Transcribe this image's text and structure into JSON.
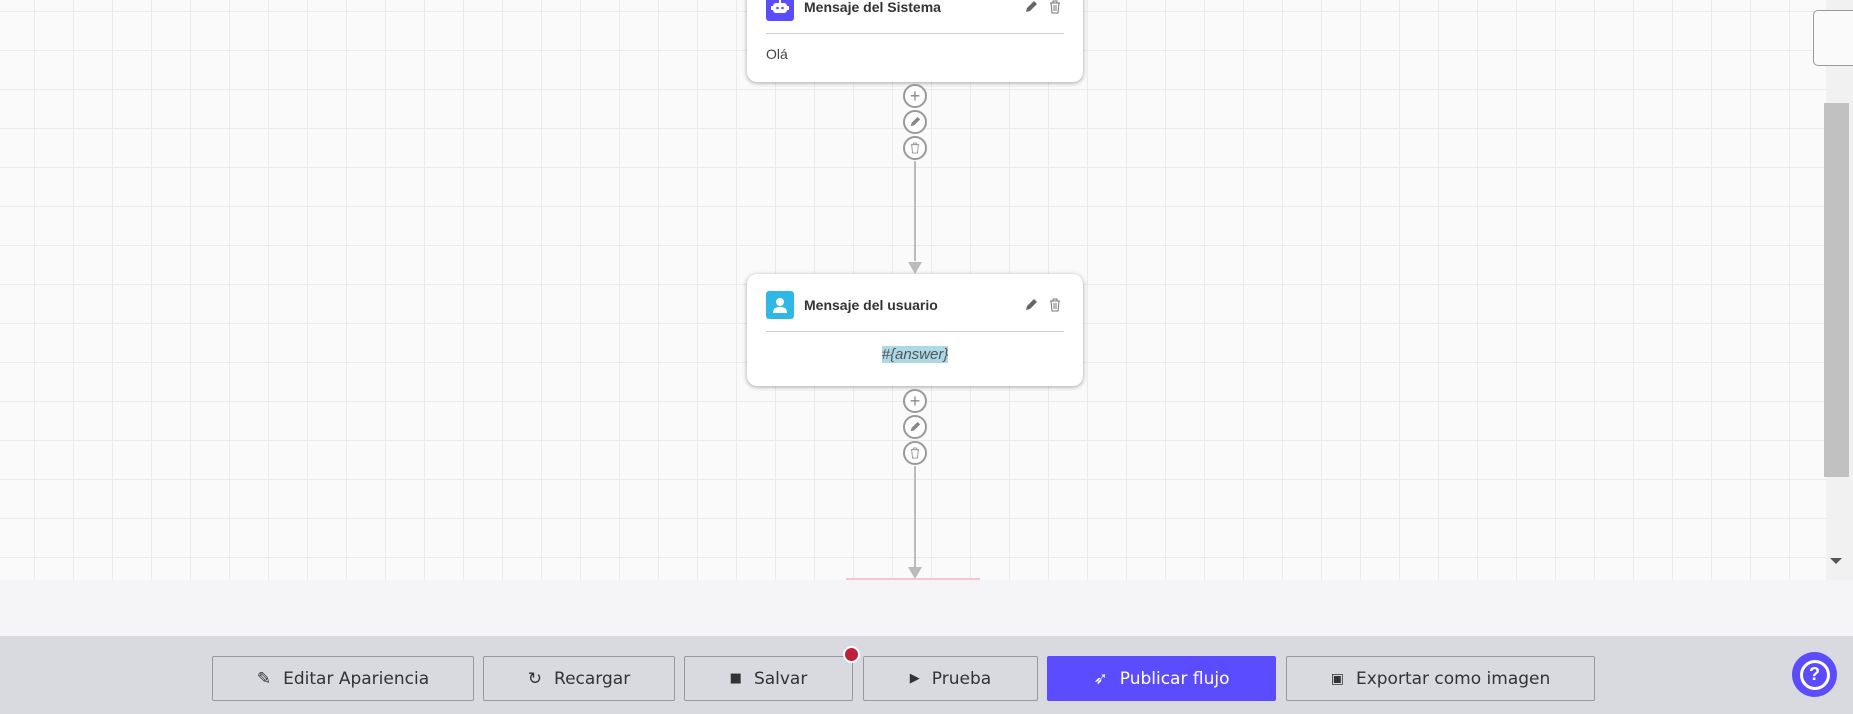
{
  "nodes": [
    {
      "title": "Mensaje del Sistema",
      "icon": "robot-icon",
      "icon_color": "#5b4dff",
      "body": "Olá"
    },
    {
      "title": "Mensaje del usuario",
      "icon": "user-icon",
      "icon_color": "#2fb8e6",
      "body": "#{answer}"
    }
  ],
  "toolbar": {
    "edit_appearance": "Editar Apariencia",
    "reload": "Recargar",
    "save": "Salvar",
    "test": "Prueba",
    "publish": "Publicar flujo",
    "export": "Exportar como imagen"
  },
  "colors": {
    "accent": "#5b4dff",
    "unsaved_dot": "#c0213a",
    "highlight": "#add8e6"
  }
}
